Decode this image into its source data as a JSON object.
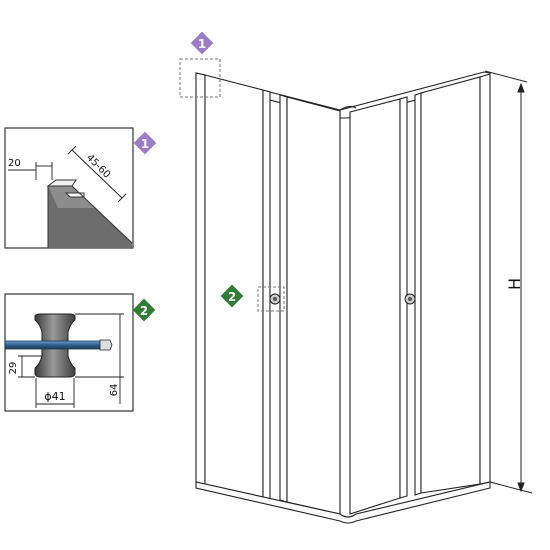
{
  "markers": [
    {
      "number": "1",
      "color": "#9b7cc6"
    },
    {
      "number": "1",
      "color": "#9b7cc6"
    },
    {
      "number": "2",
      "color": "#2e7d32"
    },
    {
      "number": "2",
      "color": "#2e7d32"
    }
  ],
  "detail1": {
    "dim_top": "20",
    "dim_diag": "45-60"
  },
  "detail2": {
    "dim_height": "29",
    "dim_total": "64",
    "dim_diameter": "ϕ41",
    "rod_color": "#2f5f8a"
  },
  "height_label": "H"
}
